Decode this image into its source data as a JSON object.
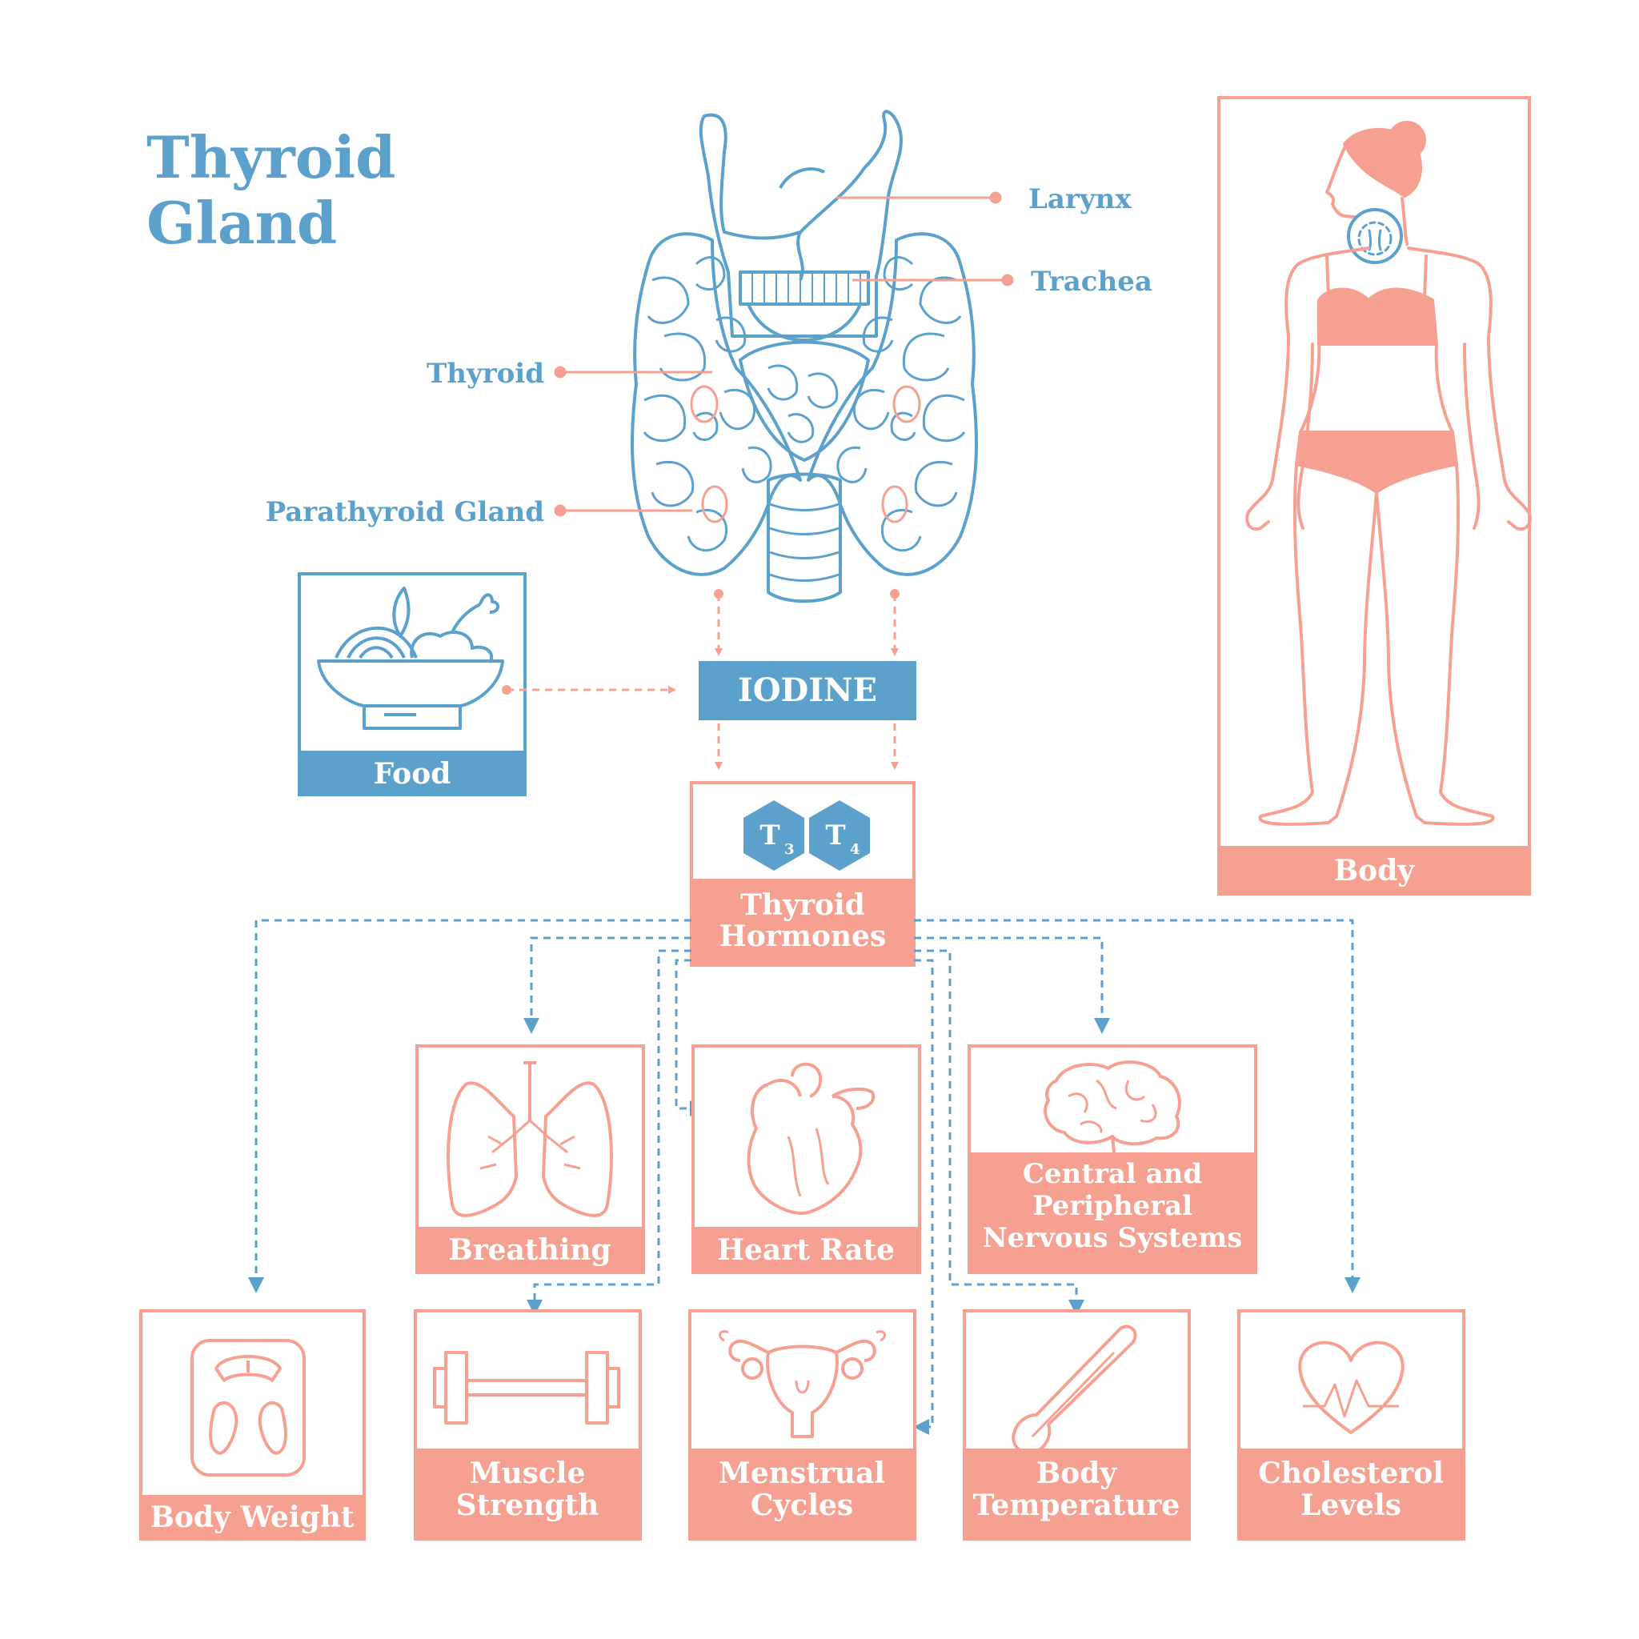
{
  "title": {
    "line1": "Thyroid",
    "line2": "Gland"
  },
  "anatomy_labels": {
    "larynx": "Larynx",
    "trachea": "Trachea",
    "thyroid": "Thyroid",
    "parathyroid": "Parathyroid Gland"
  },
  "food": {
    "label": "Food"
  },
  "iodine": {
    "label": "IODINE"
  },
  "hormones": {
    "t3": {
      "letter": "T",
      "sub": "3"
    },
    "t4": {
      "letter": "T",
      "sub": "4"
    },
    "line1": "Thyroid",
    "line2": "Hormones"
  },
  "body": {
    "label": "Body"
  },
  "effects": {
    "breathing": {
      "lines": [
        "Breathing"
      ]
    },
    "heart_rate": {
      "lines": [
        "Heart Rate"
      ]
    },
    "nervous": {
      "lines": [
        "Central and",
        "Peripheral",
        "Nervous Systems"
      ]
    },
    "body_weight": {
      "lines": [
        "Body Weight"
      ]
    },
    "muscle": {
      "lines": [
        "Muscle",
        "Strength"
      ]
    },
    "menstrual": {
      "lines": [
        "Menstrual",
        "Cycles"
      ]
    },
    "temperature": {
      "lines": [
        "Body",
        "Temperature"
      ]
    },
    "cholesterol": {
      "lines": [
        "Cholesterol",
        "Levels"
      ]
    }
  },
  "colors": {
    "blue": "#5ba1cb",
    "salmon": "#f5a091",
    "white": "#ffffff"
  }
}
